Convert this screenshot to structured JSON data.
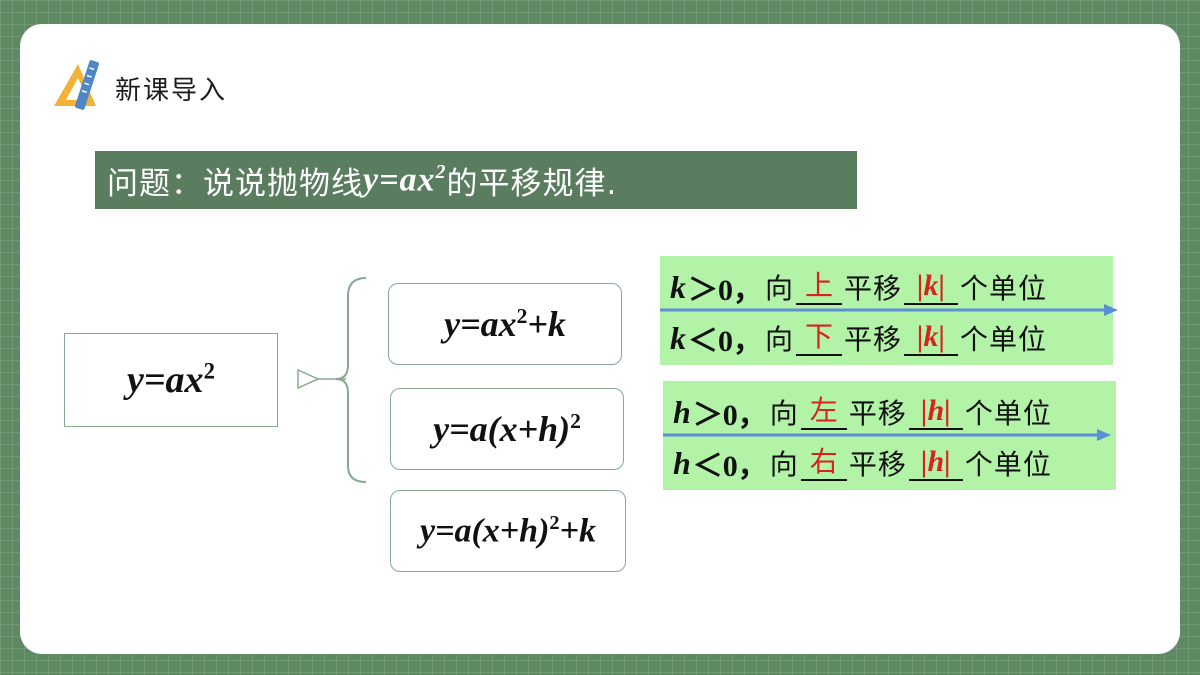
{
  "header": {
    "title": "新课导入"
  },
  "question": {
    "prefix": "问题：说说抛物线",
    "formula": "y=ax",
    "formula_exp": "2",
    "suffix": "的平移规律."
  },
  "base_formula": {
    "text": "y=ax",
    "exp": "2"
  },
  "formulas": [
    {
      "pre": "y=ax",
      "exp": "2",
      "post": "+k"
    },
    {
      "pre": "y=a(x+h)",
      "exp": "2",
      "post": ""
    },
    {
      "pre": "y=a(x+h)",
      "exp": "2",
      "post": "+k"
    }
  ],
  "rules": {
    "k_positive": {
      "var": "k",
      "sym": "＞0，",
      "dir_pre": "向",
      "answer": "上",
      "move": "平移",
      "abs": "|k|",
      "unit": "个单位"
    },
    "k_negative": {
      "var": "k",
      "sym": "＜0，",
      "dir_pre": "向",
      "answer": "下",
      "move": "平移",
      "abs": "|k|",
      "unit": "个单位"
    },
    "h_positive": {
      "var": "h",
      "sym": "＞0，",
      "dir_pre": "向",
      "answer": "左",
      "move": "平移",
      "abs": "|h|",
      "unit": "个单位"
    },
    "h_negative": {
      "var": "h",
      "sym": "＜0，",
      "dir_pre": "向",
      "answer": "右",
      "move": "平移",
      "abs": "|h|",
      "unit": "个单位"
    }
  },
  "colors": {
    "frame": "#5d8a63",
    "banner": "#5a7d5f",
    "panel": "#b3f3a8",
    "answer": "#d8231c",
    "arrow": "#5b8fd6"
  }
}
